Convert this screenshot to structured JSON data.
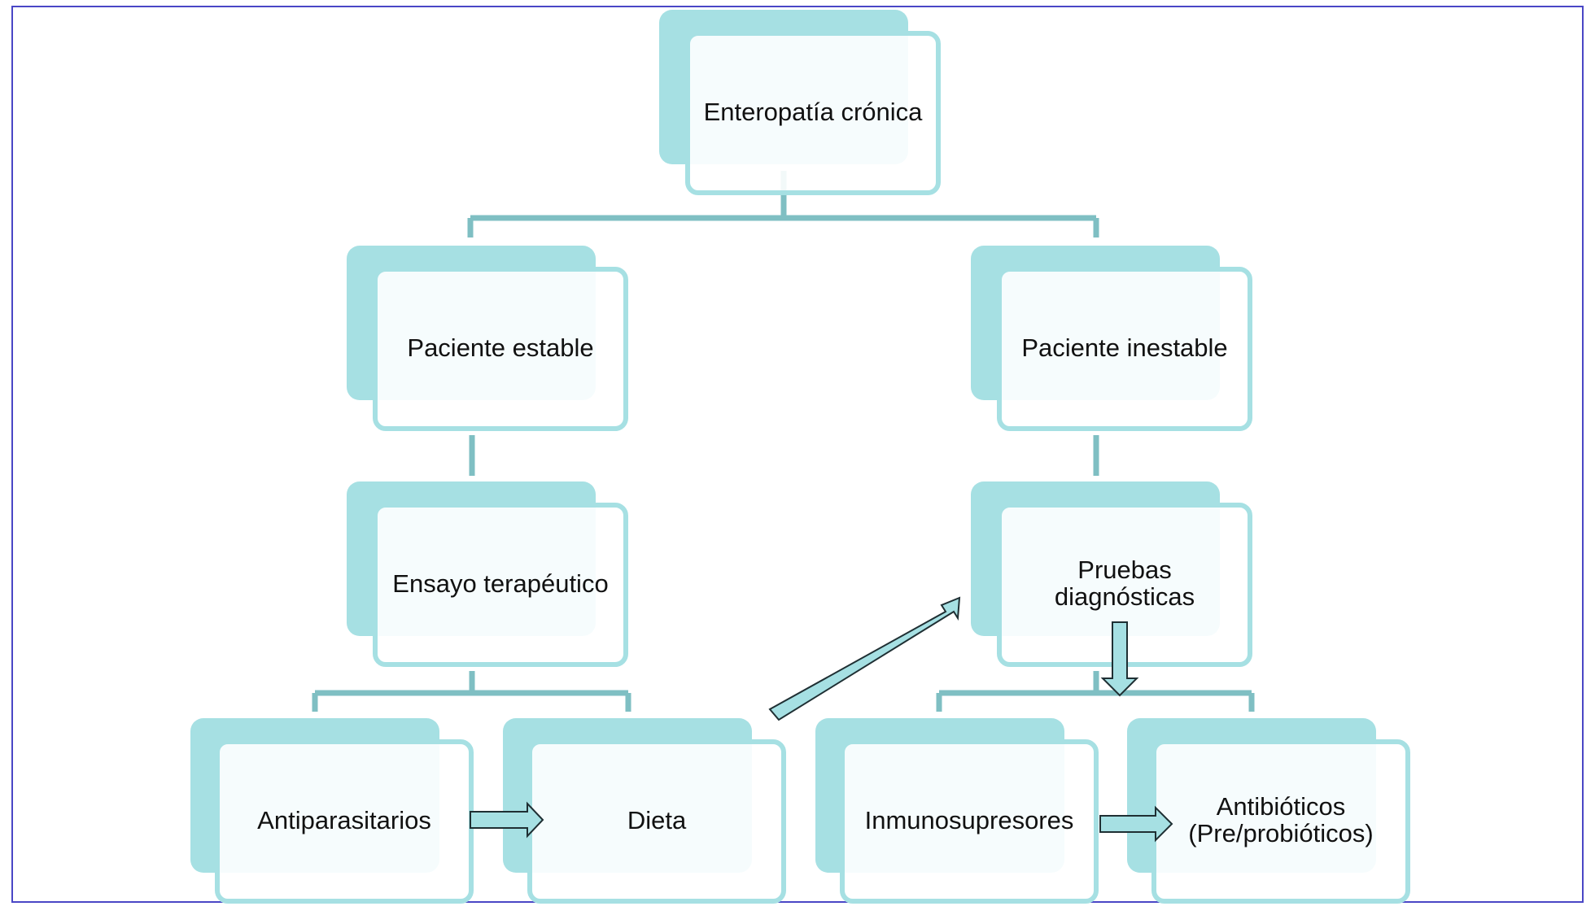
{
  "diagram": {
    "nodes": {
      "root": "Enteropatía crónica",
      "stable": "Paciente estable",
      "unstable": "Paciente inestable",
      "trial": "Ensayo terapéutico",
      "tests": "Pruebas\ndiagnósticas",
      "antiparasitic": "Antiparasitarios",
      "diet": "Dieta",
      "immuno": "Inmunosupresores",
      "antibiotics": "Antibióticos\n(Pre/probióticos)"
    }
  },
  "colors": {
    "node_fill": "#a6e0e3",
    "connector": "#7fbfc3",
    "arrow_fill": "#a6e0e3",
    "arrow_stroke": "#1f2f33",
    "frame": "#4a47c6"
  }
}
